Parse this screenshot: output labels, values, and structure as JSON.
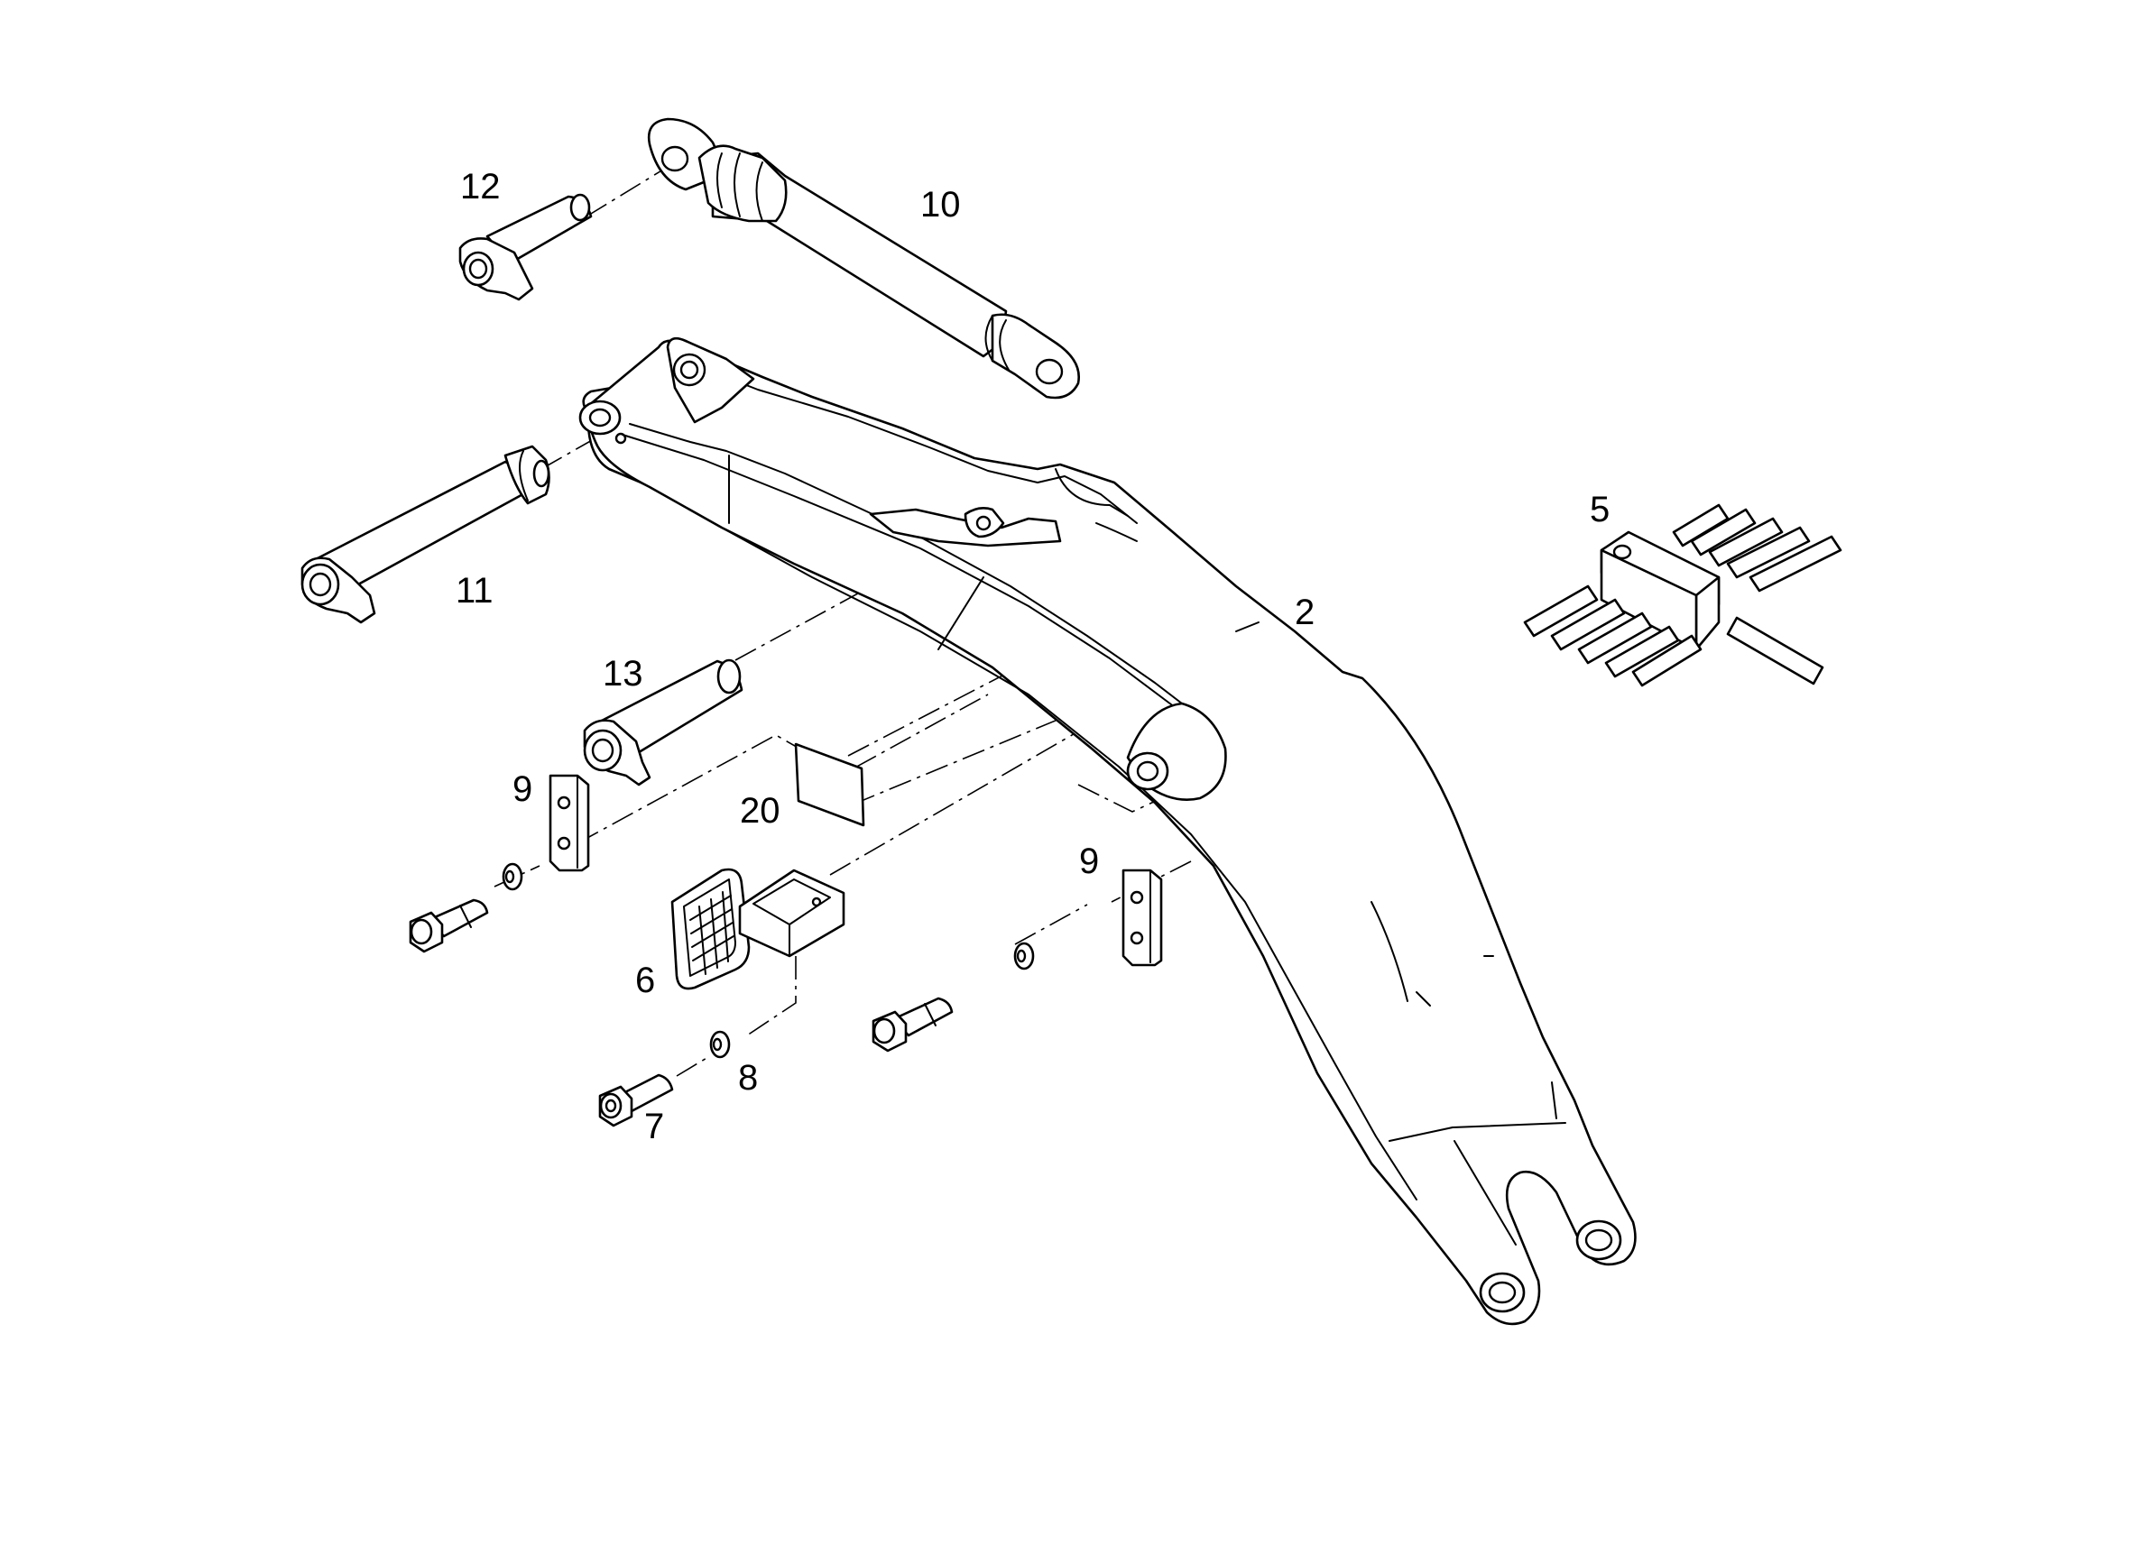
{
  "callouts": {
    "boom": "2",
    "valve_block": "5",
    "step_grate": "6",
    "step_bolt": "7",
    "step_washer": "8",
    "plate_left": "9",
    "plate_right": "9",
    "cylinder": "10",
    "pin_main": "11",
    "pin_cylinder": "12",
    "pin_middle": "13",
    "label_sticker": "20"
  }
}
